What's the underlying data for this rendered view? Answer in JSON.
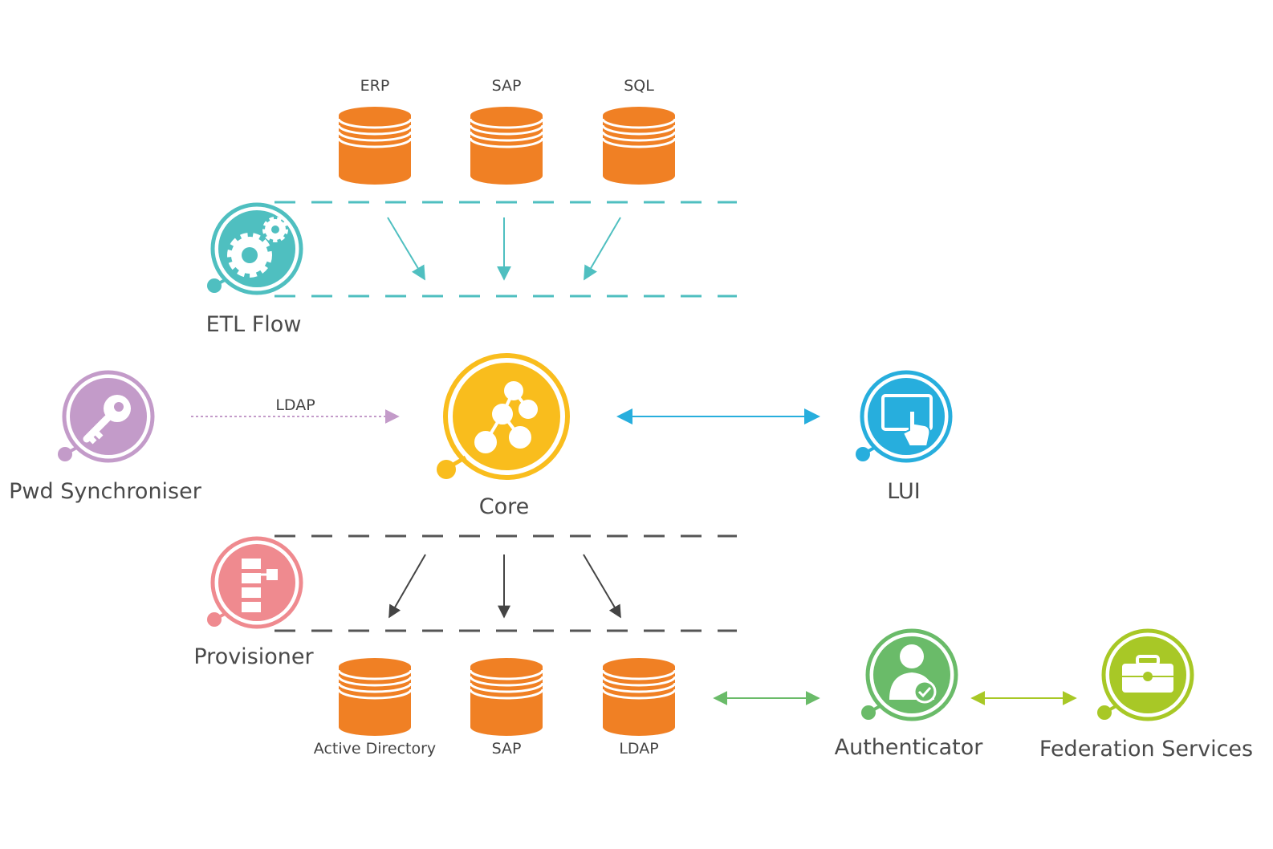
{
  "colors": {
    "database": "#f08024",
    "etl": "#4fbfc0",
    "core": "#f9bd1d",
    "pwd": "#c39bc9",
    "lui": "#27aedd",
    "provisioner": "#ef8a8f",
    "authenticator": "#6abb69",
    "federation": "#a8c826",
    "dashed_lines": "#555555",
    "sources_arrows": "#4fbfc0",
    "targets_arrows": "#444444"
  },
  "source_databases": [
    {
      "label": "ERP",
      "icon": "database-icon"
    },
    {
      "label": "SAP",
      "icon": "database-icon"
    },
    {
      "label": "SQL",
      "icon": "database-icon"
    }
  ],
  "target_databases": [
    {
      "label": "Active Directory",
      "icon": "database-icon"
    },
    {
      "label": "SAP",
      "icon": "database-icon"
    },
    {
      "label": "LDAP",
      "icon": "database-icon"
    }
  ],
  "nodes": {
    "etl": {
      "label": "ETL Flow",
      "icon": "gears-icon"
    },
    "core": {
      "label": "Core",
      "icon": "network-graph-icon"
    },
    "pwd": {
      "label": "Pwd Synchroniser",
      "icon": "key-icon"
    },
    "lui": {
      "label": "LUI",
      "icon": "touch-screen-icon"
    },
    "provisioner": {
      "label": "Provisioner",
      "icon": "flowchart-icon"
    },
    "authenticator": {
      "label": "Authenticator",
      "icon": "verified-user-icon"
    },
    "federation": {
      "label": "Federation Services",
      "icon": "toolbox-icon"
    }
  },
  "edges": {
    "pwd_to_core": {
      "label": "LDAP"
    }
  }
}
